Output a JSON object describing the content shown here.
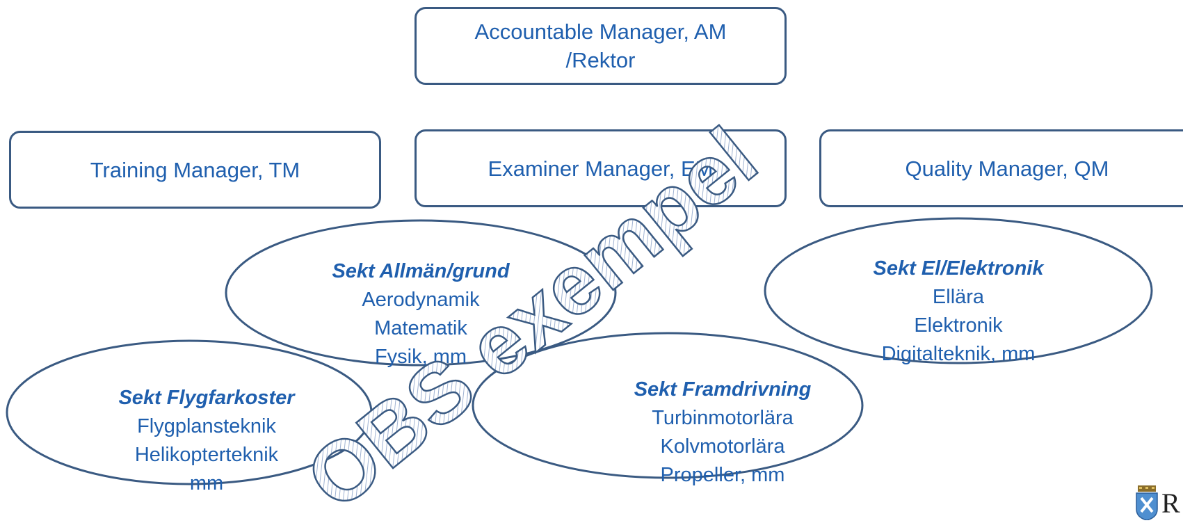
{
  "top_box": {
    "line1": "Accountable Manager, AM",
    "line2": "/Rektor"
  },
  "managers": [
    {
      "label": "Training Manager, TM"
    },
    {
      "label": "Examiner Manager, EM"
    },
    {
      "label": "Quality Manager, QM"
    }
  ],
  "sections": {
    "allman": {
      "title": "Sekt Allmän/grund",
      "items": [
        "Aerodynamik",
        "Matematik",
        "Fysik, mm"
      ]
    },
    "elektronik": {
      "title": "Sekt El/Elektronik",
      "items": [
        "Ellära",
        "Elektronik",
        "Digitalteknik, mm"
      ]
    },
    "flygfarkoster": {
      "title": "Sekt Flygfarkoster",
      "items": [
        "Flygplansteknik",
        "Helikopterteknik",
        "mm"
      ]
    },
    "framdrivning": {
      "title": "Sekt Framdrivning",
      "items": [
        "Turbinmotorlära",
        "Kolvmotorlära",
        "Propeller, mm"
      ]
    }
  },
  "watermark": "OBS exempel",
  "logo": {
    "text": "R",
    "icon": "coat-of-arms-icon"
  },
  "colors": {
    "text": "#1f5fae",
    "border": "#3a5a82",
    "watermark_fill": "#cfd9ea"
  }
}
